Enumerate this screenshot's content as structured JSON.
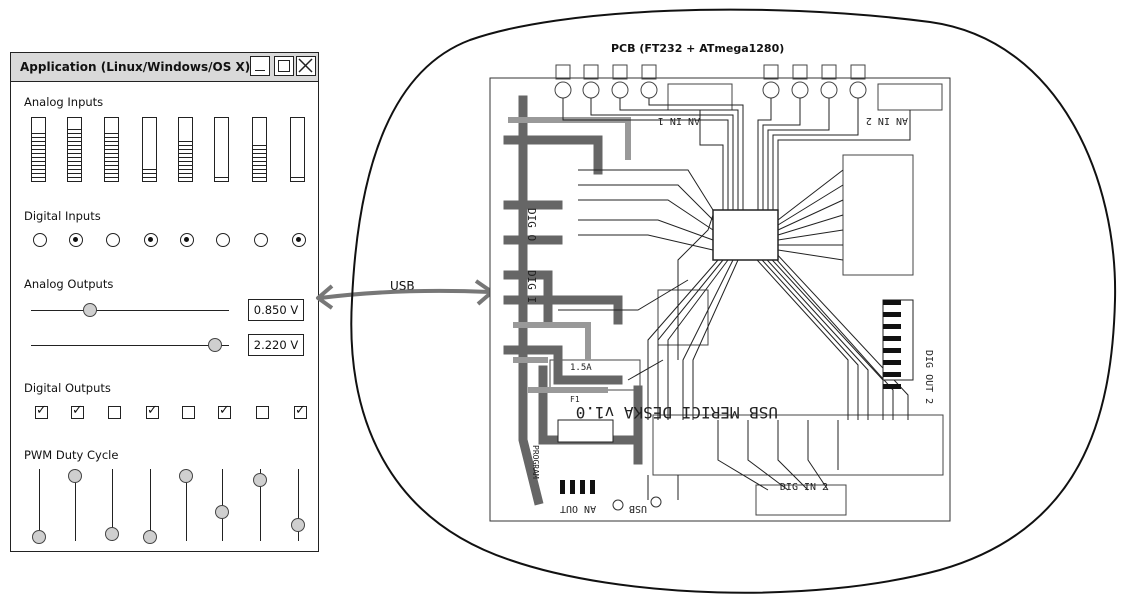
{
  "window": {
    "title": "Application (Linux/Windows/OS X)"
  },
  "analog_inputs": {
    "label": "Analog Inputs",
    "levels": [
      0.8,
      0.9,
      0.8,
      0.2,
      0.7,
      0.08,
      0.6,
      0.1
    ]
  },
  "digital_inputs": {
    "label": "Digital Inputs",
    "states": [
      false,
      true,
      false,
      true,
      true,
      false,
      false,
      true
    ]
  },
  "analog_outputs": {
    "label": "Analog Outputs",
    "channels": [
      {
        "value": "0.850 V",
        "level": 0.3
      },
      {
        "value": "2.220 V",
        "level": 0.93
      }
    ]
  },
  "digital_outputs": {
    "label": "Digital Outputs",
    "states": [
      true,
      true,
      false,
      true,
      false,
      true,
      false,
      true
    ]
  },
  "pwm": {
    "label": "PWM Duty Cycle",
    "levels": [
      0.05,
      0.9,
      0.1,
      0.05,
      0.9,
      0.4,
      0.85,
      0.22
    ]
  },
  "connection": {
    "label": "USB"
  },
  "pcb": {
    "title": "PCB (FT232 + ATmega1280)",
    "board_text": "USB MERICI DESKA v1.0",
    "labels": [
      "DIG O",
      "DIG I",
      "AN IN 1",
      "AN IN 2",
      "DIG OUT 2",
      "DIG IN 2",
      "AN OUT",
      "USB",
      "1.5A",
      "F1",
      "PROGRAM"
    ]
  }
}
